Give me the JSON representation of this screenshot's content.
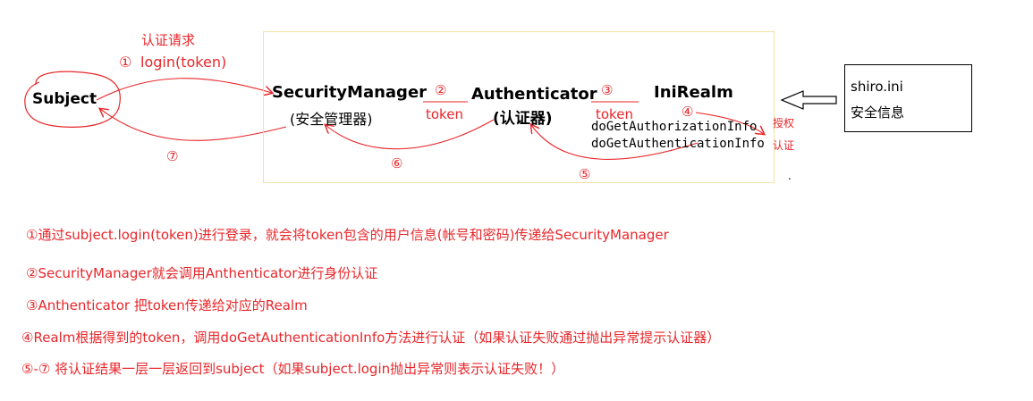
{
  "request": {
    "label": "认证请求",
    "step": "①",
    "call": "login(token)"
  },
  "subject": {
    "label": "Subject"
  },
  "security_manager": {
    "label": "SecurityManager",
    "sub": "(安全管理器)"
  },
  "authenticator": {
    "label": "Authenticator",
    "sub": "(认证器)"
  },
  "ini_realm": {
    "label": "IniRealm"
  },
  "links": [
    {
      "step": "②",
      "label": "token"
    },
    {
      "step": "③",
      "label": "token"
    }
  ],
  "realm_step": "④",
  "methods": [
    "doGetAuthorizationInfo",
    "doGetAuthenticationInfo"
  ],
  "side_labels": {
    "auth": "授权",
    "authn": "认证"
  },
  "returns": {
    "r5": "⑤",
    "r6": "⑥",
    "r7": "⑦"
  },
  "shiro_box": {
    "line1": "shiro.ini",
    "line2": "安全信息"
  },
  "dot": ".",
  "descriptions": [
    "①通过subject.login(token)进行登录，就会将token包含的用户信息(帐号和密码)传递给SecurityManager",
    "②SecurityManager就会调用Anthenticator进行身份认证",
    "③Anthenticator 把token传递给对应的Realm",
    "④Realm根据得到的token，调用doGetAuthenticationInfo方法进行认证（如果认证失败通过抛出异常提示认证器）",
    "⑤-⑦ 将认证结果一层一层返回到subject（如果subject.login抛出异常则表示认证失败！）"
  ],
  "colors": {
    "red": "#e8262a",
    "frame": "#f3e1a8",
    "black": "#000000"
  }
}
